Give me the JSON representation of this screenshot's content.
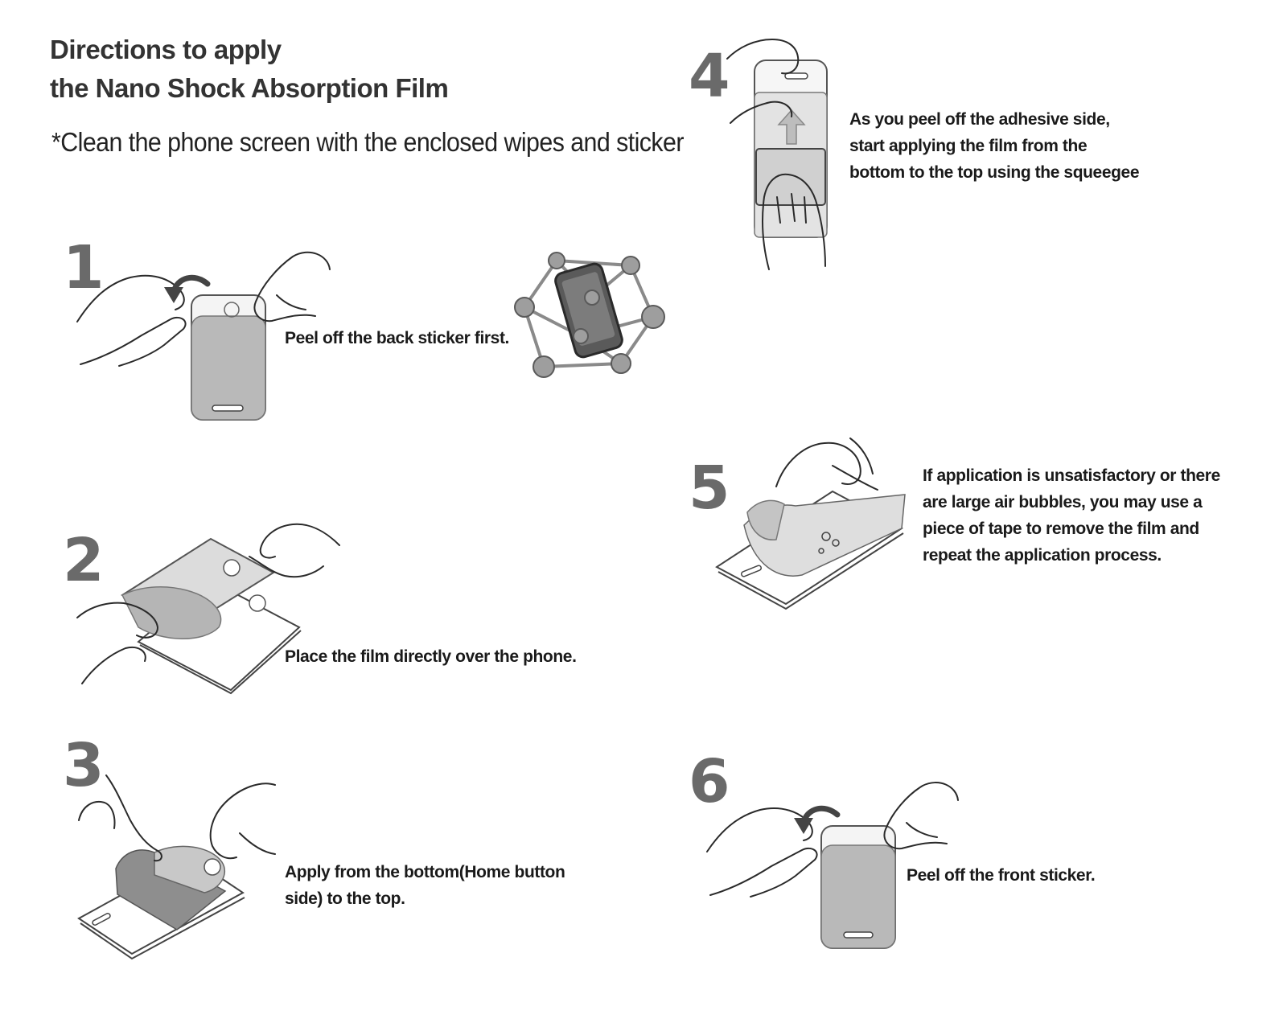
{
  "title": {
    "line1": "Directions to apply",
    "line2": "the Nano  Shock Absorption Film"
  },
  "subtitle": "*Clean the phone screen with the enclosed wipes and sticker",
  "steps": [
    {
      "number": "1",
      "text_lines": [
        "Peel off the back sticker first."
      ]
    },
    {
      "number": "2",
      "text_lines": [
        "Place the film directly over the phone."
      ]
    },
    {
      "number": "3",
      "text_lines": [
        "Apply from the bottom(Home button",
        "side) to the top."
      ]
    },
    {
      "number": "4",
      "text_lines": [
        "As you peel off the adhesive side,",
        "start applying the film from the",
        "bottom to the top using the squeegee"
      ]
    },
    {
      "number": "5",
      "text_lines": [
        "If application is unsatisfactory or there",
        "are large air bubbles, you may use a",
        "piece of tape to remove the film and",
        "repeat the application process."
      ]
    },
    {
      "number": "6",
      "text_lines": [
        "Peel off the front sticker."
      ]
    }
  ],
  "colors": {
    "step_number": "#6a6a6a",
    "film_gray": "#bdbdbd",
    "line_art": "#2a2a2a"
  },
  "icons": [
    "curved-arrow-icon",
    "molecule-icon",
    "up-arrow-icon"
  ]
}
